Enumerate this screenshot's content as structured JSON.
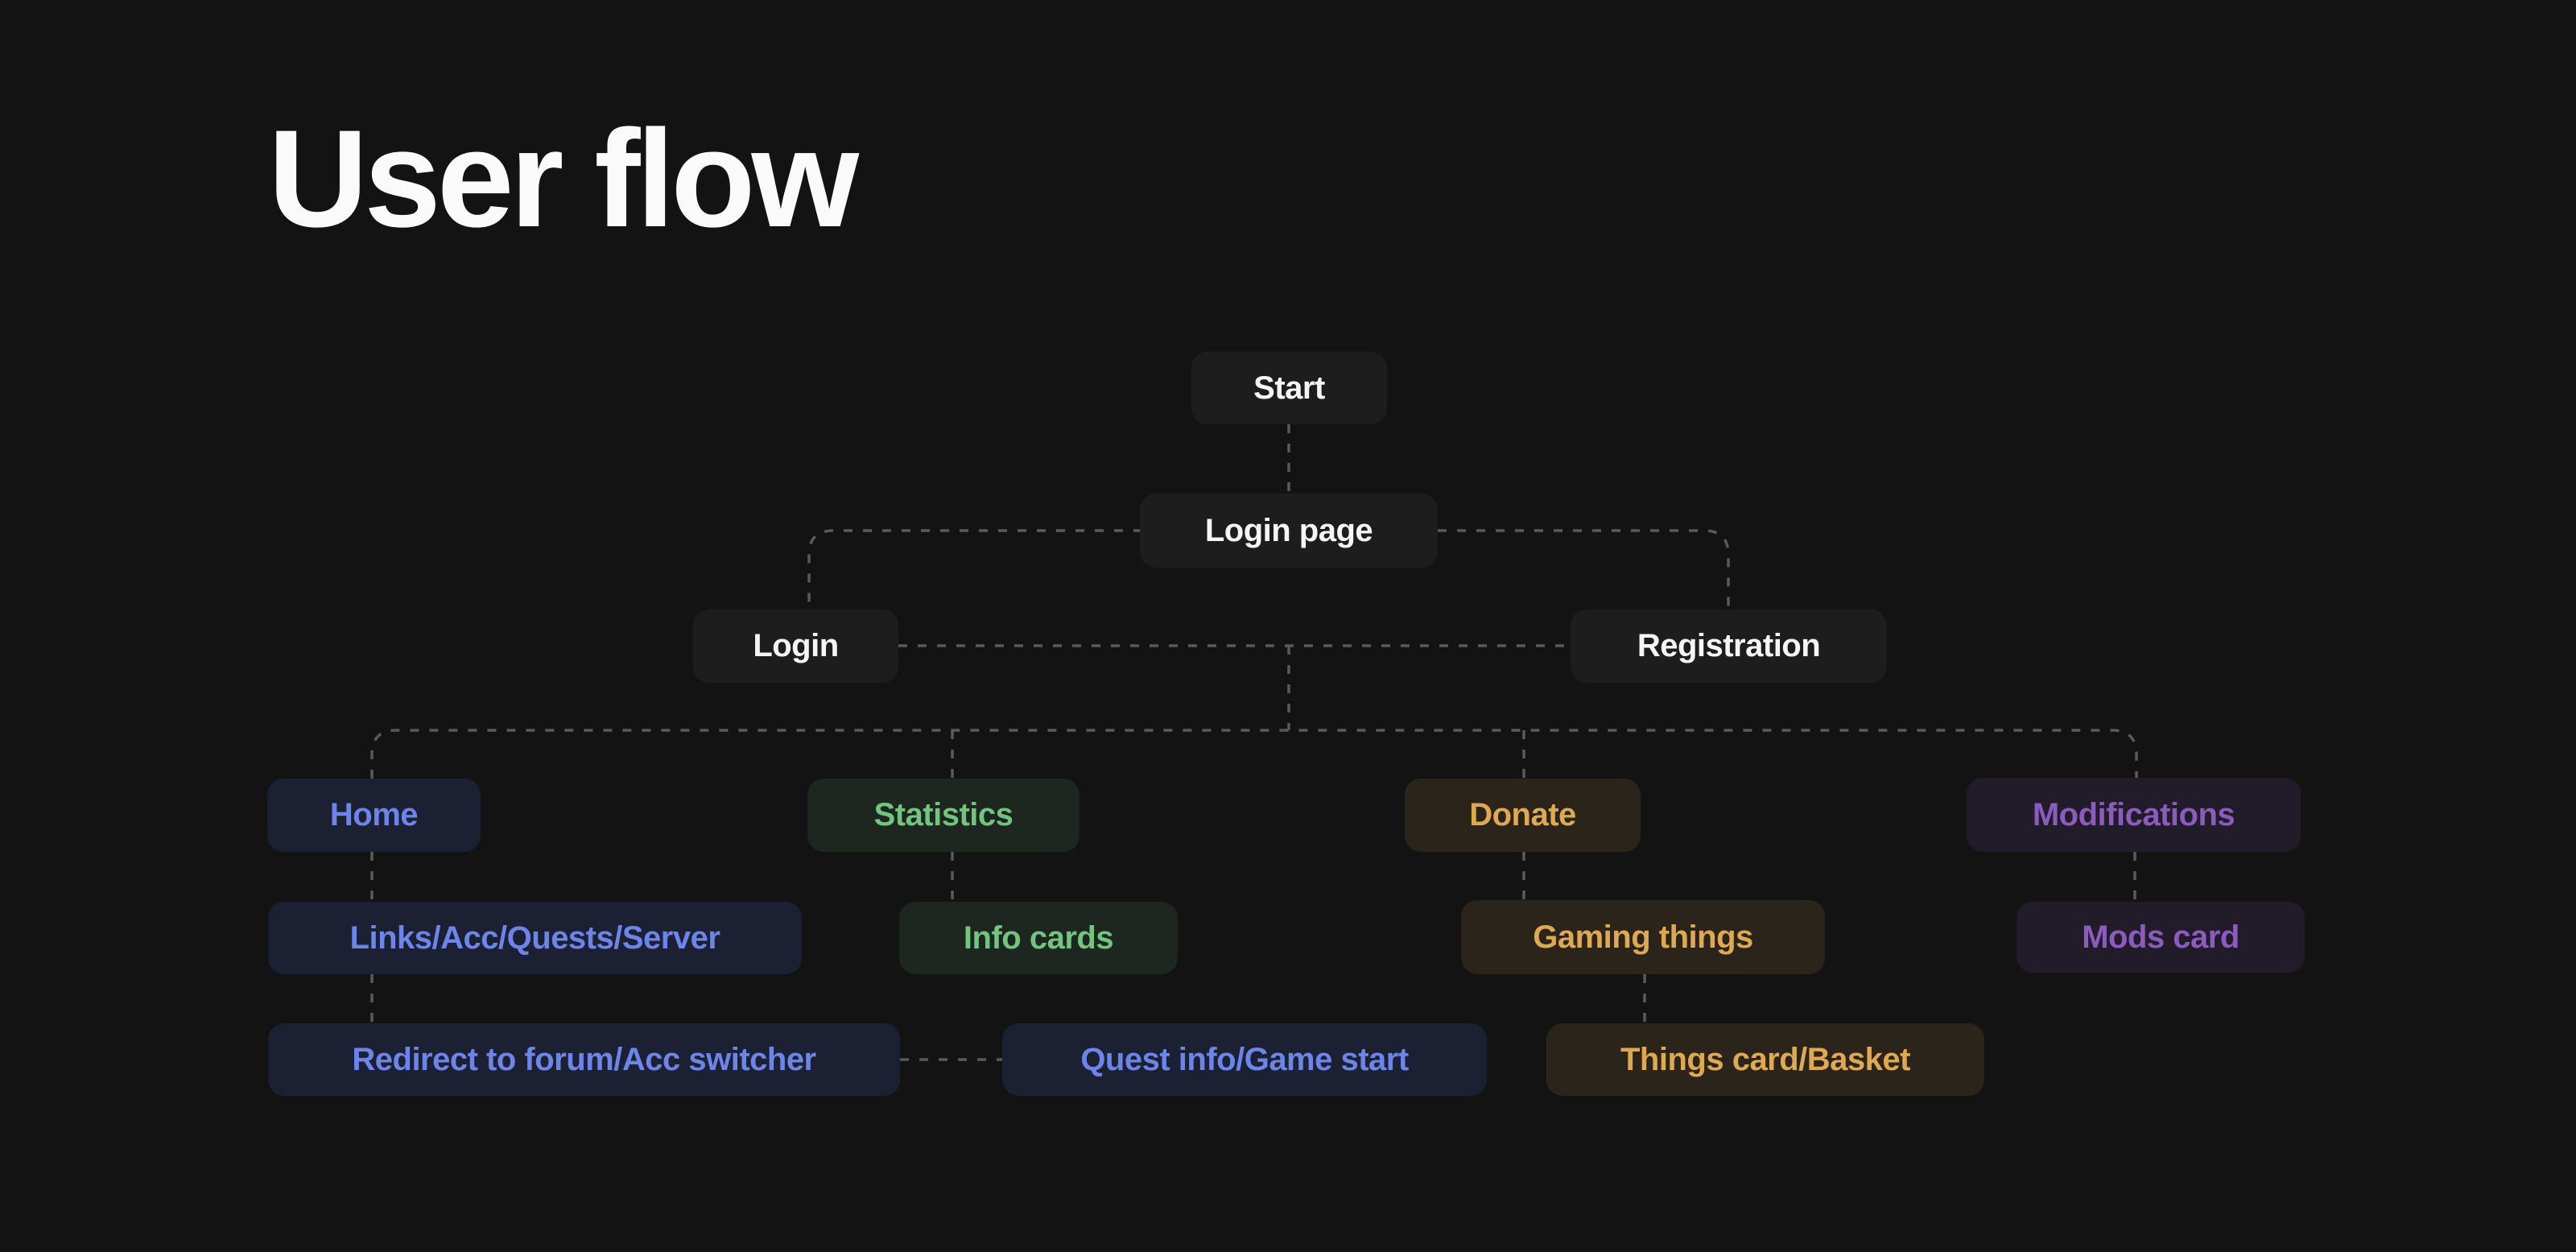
{
  "page": {
    "title": "User flow"
  },
  "colors": {
    "background": "#131313",
    "connector": "#5a5a5a",
    "title_text": "#fafafa",
    "neutral_bg": "#1d1d1d",
    "neutral_text": "#f5f5f5",
    "blue_bg": "#1b2132",
    "blue_text": "#6d84e8",
    "green_bg": "#1d2720",
    "green_text": "#72c57e",
    "amber_bg": "#2b241b",
    "amber_text": "#dfa852",
    "purple_bg": "#221b29",
    "purple_text": "#8b5bbd"
  },
  "flow": {
    "nodes": [
      {
        "id": "start",
        "label": "Start",
        "theme": "neutral"
      },
      {
        "id": "login-page",
        "label": "Login page",
        "theme": "neutral"
      },
      {
        "id": "login",
        "label": "Login",
        "theme": "neutral"
      },
      {
        "id": "registration",
        "label": "Registration",
        "theme": "neutral"
      },
      {
        "id": "home",
        "label": "Home",
        "theme": "blue"
      },
      {
        "id": "statistics",
        "label": "Statistics",
        "theme": "green"
      },
      {
        "id": "donate",
        "label": "Donate",
        "theme": "amber"
      },
      {
        "id": "modifications",
        "label": "Modifications",
        "theme": "purple"
      },
      {
        "id": "links",
        "label": "Links/Acc/Quests/Server",
        "theme": "blue"
      },
      {
        "id": "info-cards",
        "label": "Info cards",
        "theme": "green"
      },
      {
        "id": "gaming-things",
        "label": "Gaming things",
        "theme": "amber"
      },
      {
        "id": "mods-card",
        "label": "Mods card",
        "theme": "purple"
      },
      {
        "id": "redirect",
        "label": "Redirect to forum/Acc switcher",
        "theme": "blue"
      },
      {
        "id": "quest-info",
        "label": "Quest info/Game start",
        "theme": "blue"
      },
      {
        "id": "things-card",
        "label": "Things card/Basket",
        "theme": "amber"
      }
    ]
  }
}
